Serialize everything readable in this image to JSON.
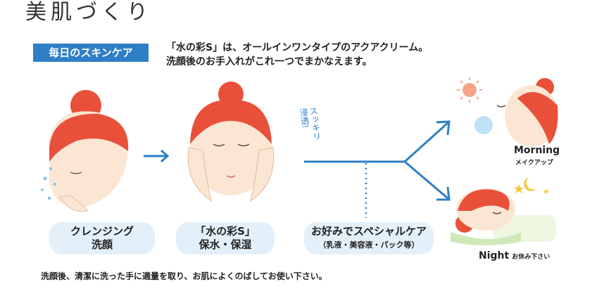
{
  "title": "美肌づくり",
  "badge": "毎日のスキンケア",
  "intro": {
    "line1": "「水の彩S」は、オールインワンタイプのアクアクリーム。",
    "line2": "洗顔後のお手入れがこれ一つでまかなえます。"
  },
  "steps": [
    {
      "line1": "クレンジング",
      "line2": "洗顔"
    },
    {
      "line1": "「水の彩S」",
      "line2": "保水・保湿"
    },
    {
      "line1": "お好みでスペシャルケア",
      "line2": "（乳液・美容液・パック等）"
    }
  ],
  "accent": {
    "sukkiri": "スッキリ",
    "shinto": "浸透!"
  },
  "morning": {
    "label": "Morning",
    "sub": "メイクアップ"
  },
  "night": {
    "label": "Night",
    "sub": "お休み下さい"
  },
  "note": "洗顔後、清潔に洗った手に適量を取り、お肌によくのばしてお使い下さい。",
  "colors": {
    "blue": "#2f7fc7",
    "pill": "#e3f0fa",
    "hair": "#e8503a"
  }
}
